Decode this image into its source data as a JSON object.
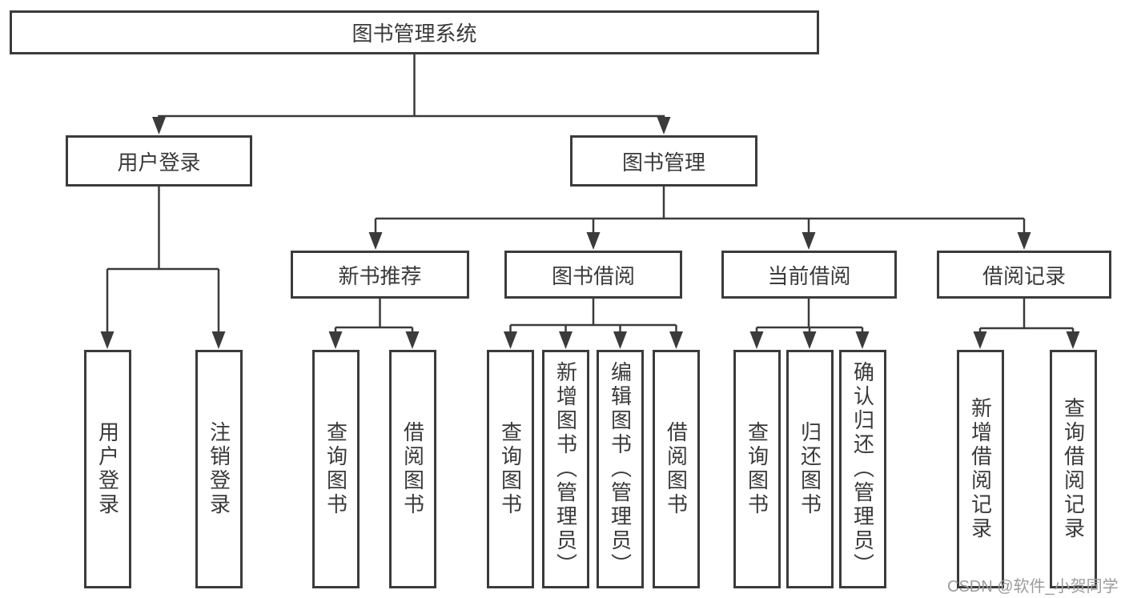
{
  "colors": {
    "line": "#3b3b3b",
    "text": "#3a3a3a",
    "bg": "#ffffff",
    "wm": "#9c9c9c"
  },
  "nodes": {
    "root": {
      "label": "图书管理系统"
    },
    "level2": [
      {
        "label": "用户登录"
      },
      {
        "label": "图书管理"
      }
    ],
    "level3": [
      {
        "label": "新书推荐"
      },
      {
        "label": "图书借阅"
      },
      {
        "label": "当前借阅"
      },
      {
        "label": "借阅记录"
      }
    ],
    "leaves_user": [
      {
        "label": "用户登录"
      },
      {
        "label": "注销登录"
      }
    ],
    "leaves_recommend": [
      {
        "label": "查询图书"
      },
      {
        "label": "借阅图书"
      }
    ],
    "leaves_borrow": [
      {
        "label": "查询图书"
      },
      {
        "label": "新增图书（管理员）"
      },
      {
        "label": "编辑图书（管理员）"
      },
      {
        "label": "借阅图书"
      }
    ],
    "leaves_current": [
      {
        "label": "查询图书"
      },
      {
        "label": "归还图书"
      },
      {
        "label": "确认归还（管理员）"
      }
    ],
    "leaves_records": [
      {
        "label": "新增借阅记录"
      },
      {
        "label": "查询借阅记录"
      }
    ]
  },
  "watermark": {
    "text": "CSDN @软件_小贺同学"
  }
}
